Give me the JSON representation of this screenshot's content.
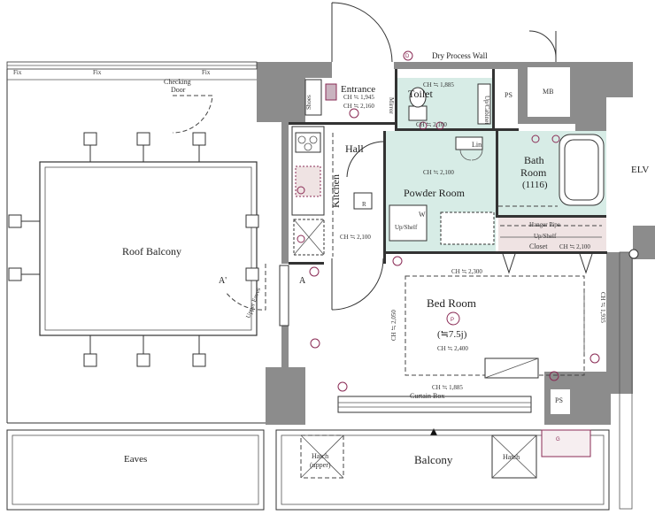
{
  "rooms": {
    "entrance": "Entrance",
    "toilet": "Toilet",
    "hall": "Hall",
    "kitchen": "Kitchen",
    "powder_room": "Powder Room",
    "bath_room": "Bath\nRoom",
    "bath_size": "(1116)",
    "bed_room": "Bed Room",
    "bed_size": "(≒7.5j)",
    "closet": "Closet",
    "roof_balcony": "Roof Balcony",
    "balcony": "Balcony",
    "eaves": "Eaves"
  },
  "labels": {
    "dry_process_wall": "Dry Process Wall",
    "fix": "Fix",
    "checking": "Checking",
    "door": "Door",
    "ps": "PS",
    "mb": "MB",
    "elv": "ELV",
    "lin": "Lin.",
    "hanger_pipe": "Hanger Pipe",
    "up_shelf": "Up/Shelf",
    "shoes": "Shoes",
    "mirror": "Mirror",
    "upper_eaves": "Upper Eaves",
    "curtain_box": "Curtain Box",
    "hatch": "Hatch",
    "hatch_upper": "(upper)",
    "section_a_left": "A'",
    "section_a_right": "A",
    "marker_d": "D",
    "marker_w": "W",
    "marker_r": "R",
    "marker_p": "P",
    "marker_g": "G",
    "up_cabinet": "Up/Cabinet"
  },
  "ceiling_heights": {
    "entrance_1": "CH ≒ 1,945",
    "entrance_2": "CH ≒ 2,160",
    "toilet_1": "CH ≒ 1,885",
    "toilet_2": "CH ≒ 2,100",
    "powder": "CH ≒ 2,100",
    "kitchen": "CH ≒ 2,100",
    "closet": "CH ≒ 2,100",
    "bed_top": "CH ≒ 2,300",
    "bed_left": "CH ≒ 2,050",
    "bed_center": "CH ≒ 2,400",
    "bed_right": "CH ≒ 1,935",
    "curtain": "CH ≒ 1,885"
  },
  "colors": {
    "wall": "#8c8c8c",
    "wet_area": "#d7ece6",
    "marker": "#8a2b55",
    "closet_fill": "#efe3e3"
  }
}
